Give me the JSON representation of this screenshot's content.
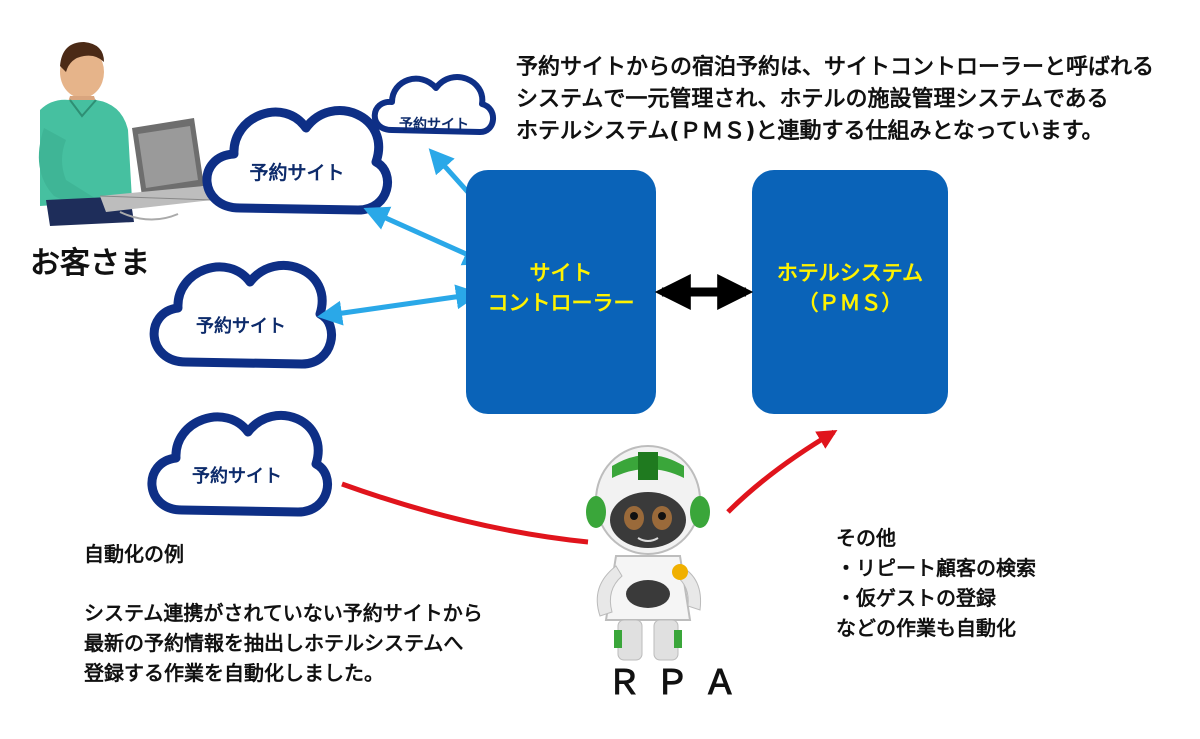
{
  "intro": {
    "lines": [
      "予約サイトからの宿泊予約は、サイトコントローラーと呼ばれる",
      "システムで一元管理され、ホテルの施設管理システムである",
      "ホテルシステム(ＰＭＳ)と連動する仕組みとなっています。"
    ]
  },
  "customer": {
    "label": "お客さま"
  },
  "clouds": [
    {
      "label": "予約サイト"
    },
    {
      "label": "予約サイト"
    },
    {
      "label": "予約サイト"
    },
    {
      "label": "予約サイト"
    }
  ],
  "site_controller": {
    "line1": "サイト",
    "line2": "コントローラー"
  },
  "hotel_system": {
    "line1": "ホテルシステム",
    "line2": "（ＰＭＳ）"
  },
  "automation": {
    "heading": "自動化の例",
    "lines": [
      "システム連携がされていない予約サイトから",
      "最新の予約情報を抽出しホテルシステムへ",
      "登録する作業を自動化しました。"
    ]
  },
  "others": {
    "lines": [
      "その他",
      "・リピート顧客の検索",
      "・仮ゲストの登録",
      "などの作業も自動化"
    ]
  },
  "robot": {
    "label": "ＲＰＡ"
  },
  "colors": {
    "box_blue": "#0a63b8",
    "box_text": "#fff200",
    "cloud_outline": "#0e2f86",
    "link_arrow": "#2aa8e8",
    "rpa_arrow": "#e0141c",
    "robot_green": "#3aa63a"
  }
}
